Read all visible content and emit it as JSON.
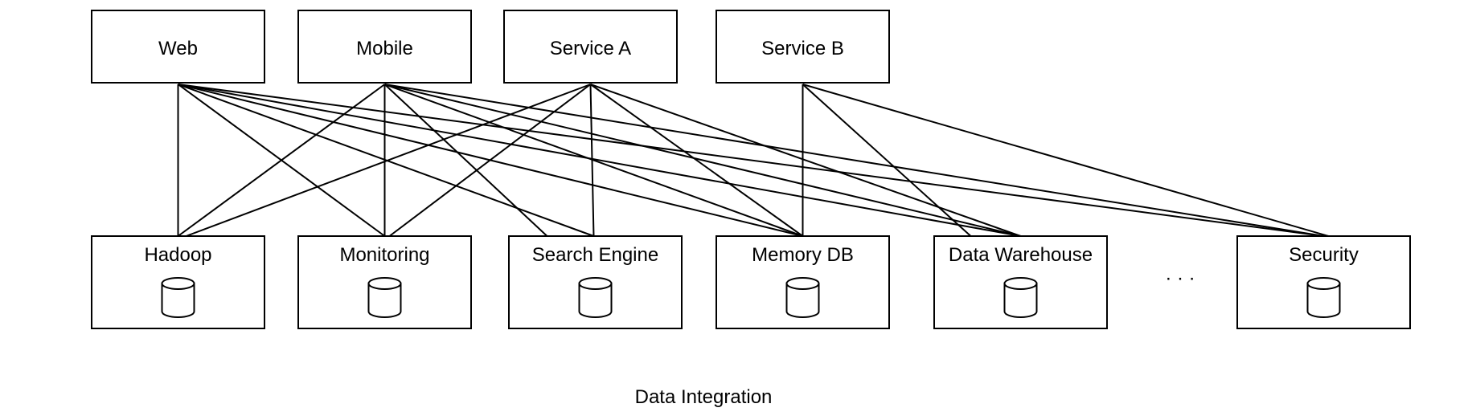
{
  "sources": [
    {
      "id": "web",
      "label": "Web"
    },
    {
      "id": "mobile",
      "label": "Mobile"
    },
    {
      "id": "service-a",
      "label": "Service A"
    },
    {
      "id": "service-b",
      "label": "Service B"
    }
  ],
  "targets": [
    {
      "id": "hadoop",
      "label": "Hadoop",
      "icon": "database-icon"
    },
    {
      "id": "monitoring",
      "label": "Monitoring",
      "icon": "database-icon"
    },
    {
      "id": "search-engine",
      "label": "Search Engine",
      "icon": "database-icon"
    },
    {
      "id": "memory-db",
      "label": "Memory DB",
      "icon": "database-icon"
    },
    {
      "id": "data-warehouse",
      "label": "Data Warehouse",
      "icon": "database-icon"
    },
    {
      "id": "security",
      "label": "Security",
      "icon": "database-icon"
    }
  ],
  "ellipsis": "· · ·",
  "caption": "Data Integration",
  "connections": [
    [
      "web",
      "hadoop"
    ],
    [
      "web",
      "monitoring"
    ],
    [
      "web",
      "search-engine"
    ],
    [
      "web",
      "memory-db"
    ],
    [
      "web",
      "data-warehouse"
    ],
    [
      "web",
      "security"
    ],
    [
      "mobile",
      "hadoop"
    ],
    [
      "mobile",
      "monitoring"
    ],
    [
      "mobile",
      "search-engine"
    ],
    [
      "mobile",
      "memory-db"
    ],
    [
      "mobile",
      "data-warehouse"
    ],
    [
      "mobile",
      "security"
    ],
    [
      "service-a",
      "hadoop"
    ],
    [
      "service-a",
      "monitoring"
    ],
    [
      "service-a",
      "search-engine"
    ],
    [
      "service-a",
      "memory-db"
    ],
    [
      "service-a",
      "data-warehouse"
    ],
    [
      "service-b",
      "memory-db"
    ],
    [
      "service-b",
      "data-warehouse"
    ],
    [
      "service-b",
      "security"
    ]
  ]
}
